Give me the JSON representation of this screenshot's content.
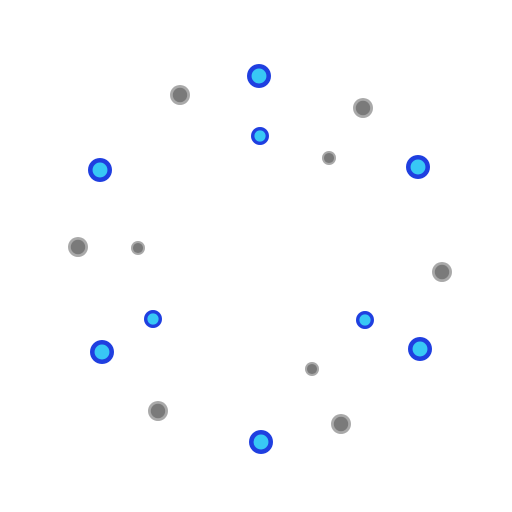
{
  "colors": {
    "background": "#ffffff",
    "selected_ring": "#1f3fe0",
    "selected_core": "#38c8f5",
    "unselected_ring": "#a9a9a9",
    "unselected_core": "#7a7a7a"
  },
  "rings": [
    {
      "name": "outer",
      "dots": [
        {
          "state": "selected"
        },
        {
          "state": "unselected"
        },
        {
          "state": "selected"
        },
        {
          "state": "unselected"
        },
        {
          "state": "selected"
        },
        {
          "state": "unselected"
        },
        {
          "state": "selected"
        },
        {
          "state": "unselected"
        },
        {
          "state": "selected"
        },
        {
          "state": "unselected"
        },
        {
          "state": "selected"
        },
        {
          "state": "unselected"
        }
      ]
    },
    {
      "name": "inner",
      "dots": [
        {
          "state": "selected"
        },
        {
          "state": "unselected"
        },
        {
          "state": "selected"
        },
        {
          "state": "unselected"
        },
        {
          "state": "selected"
        },
        {
          "state": "unselected"
        }
      ]
    }
  ]
}
